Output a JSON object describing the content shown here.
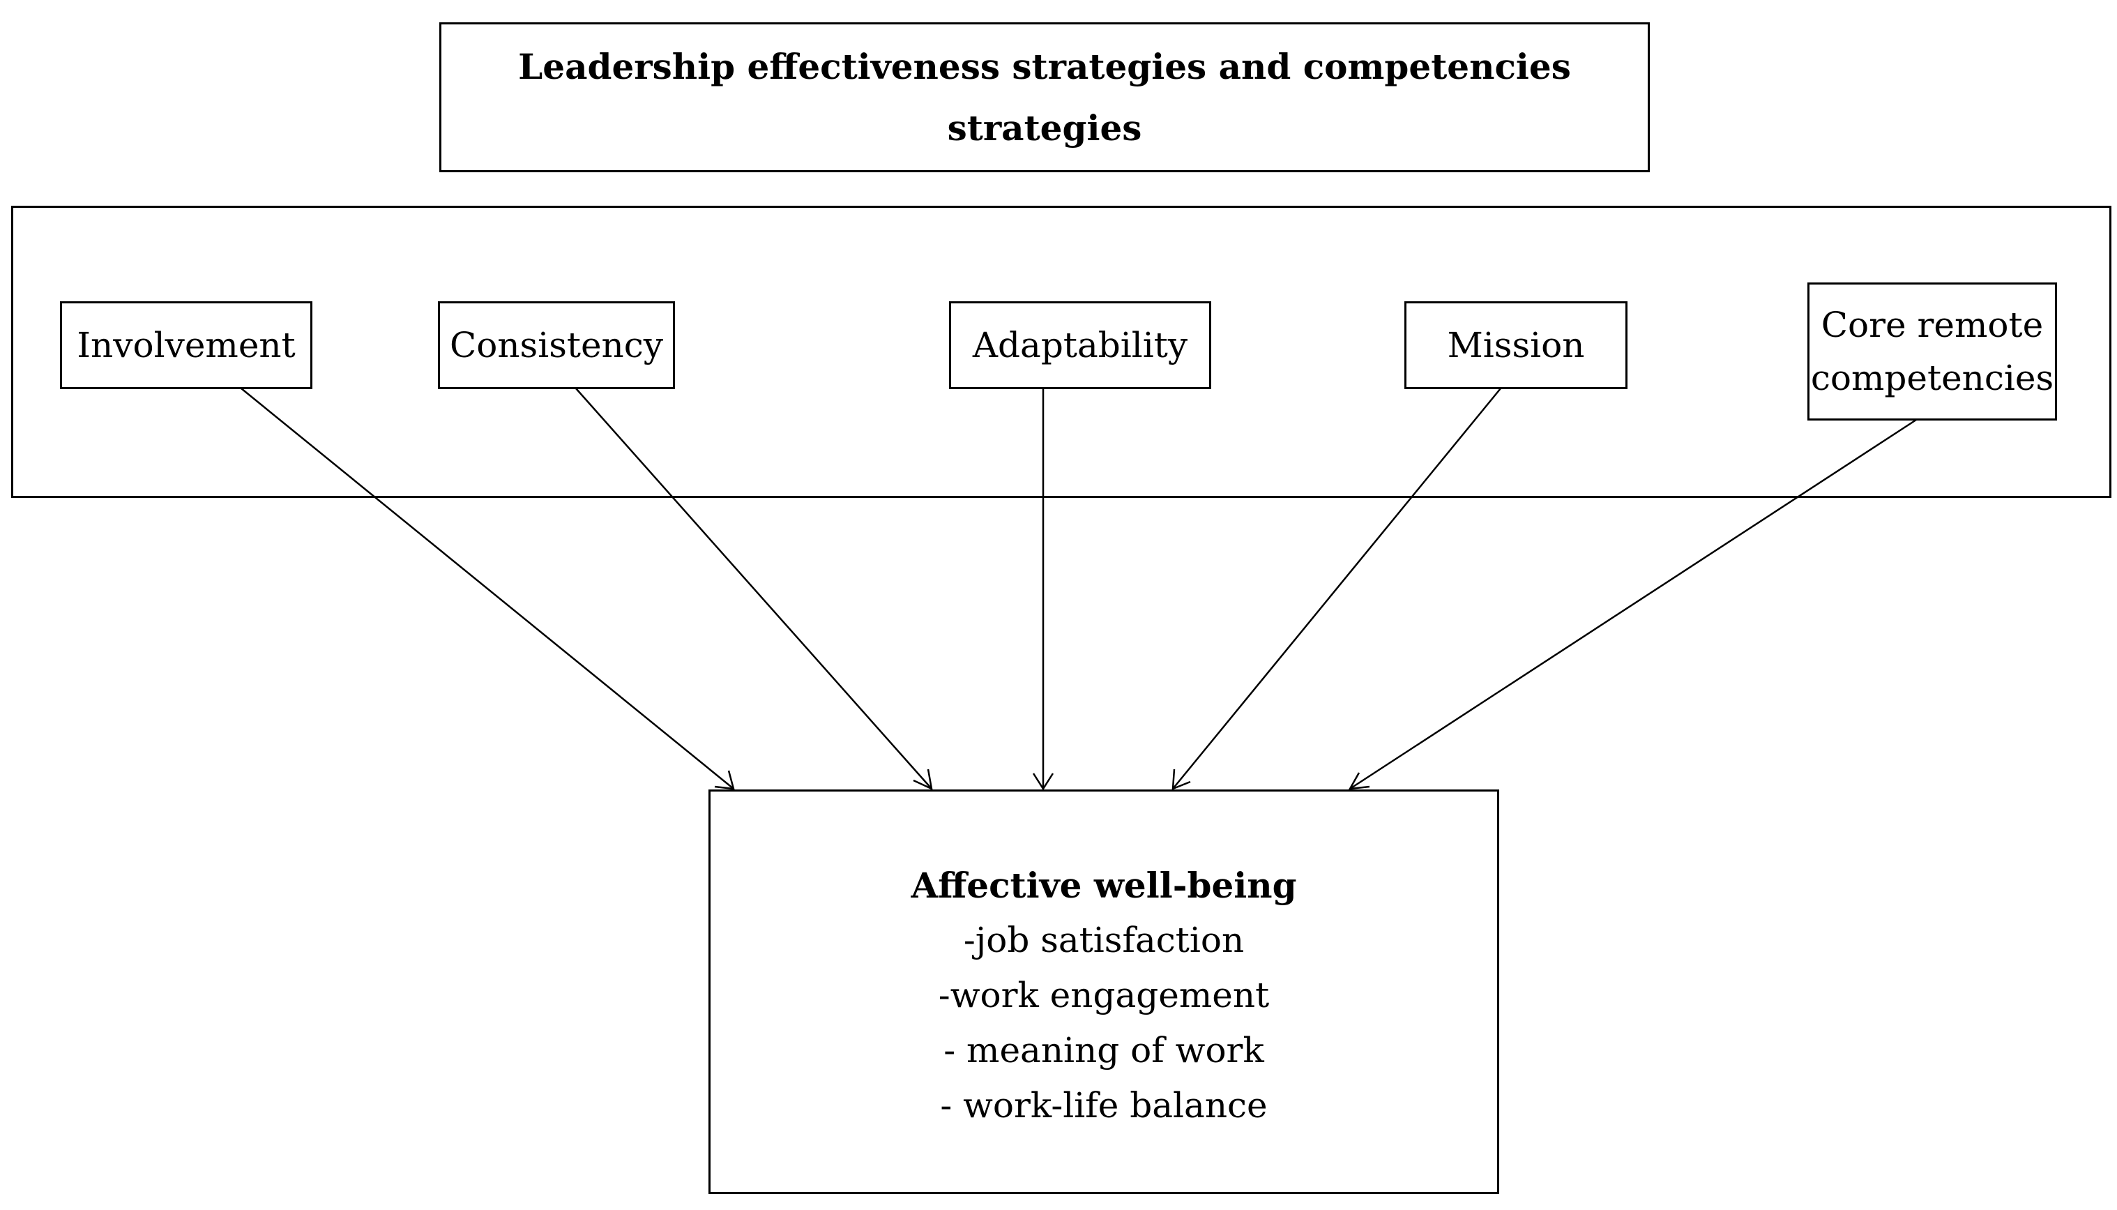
{
  "title": {
    "line1": "Leadership effectiveness strategies and competencies",
    "line2": "strategies"
  },
  "factors": [
    {
      "label": "Involvement"
    },
    {
      "label": "Consistency"
    },
    {
      "label": "Adaptability"
    },
    {
      "label": "Mission"
    },
    {
      "label_line1": "Core remote",
      "label_line2": "competencies"
    }
  ],
  "outcome": {
    "title": "Affective well-being",
    "items": [
      "-job satisfaction",
      "-work engagement",
      "- meaning of work",
      "- work-life balance"
    ]
  }
}
